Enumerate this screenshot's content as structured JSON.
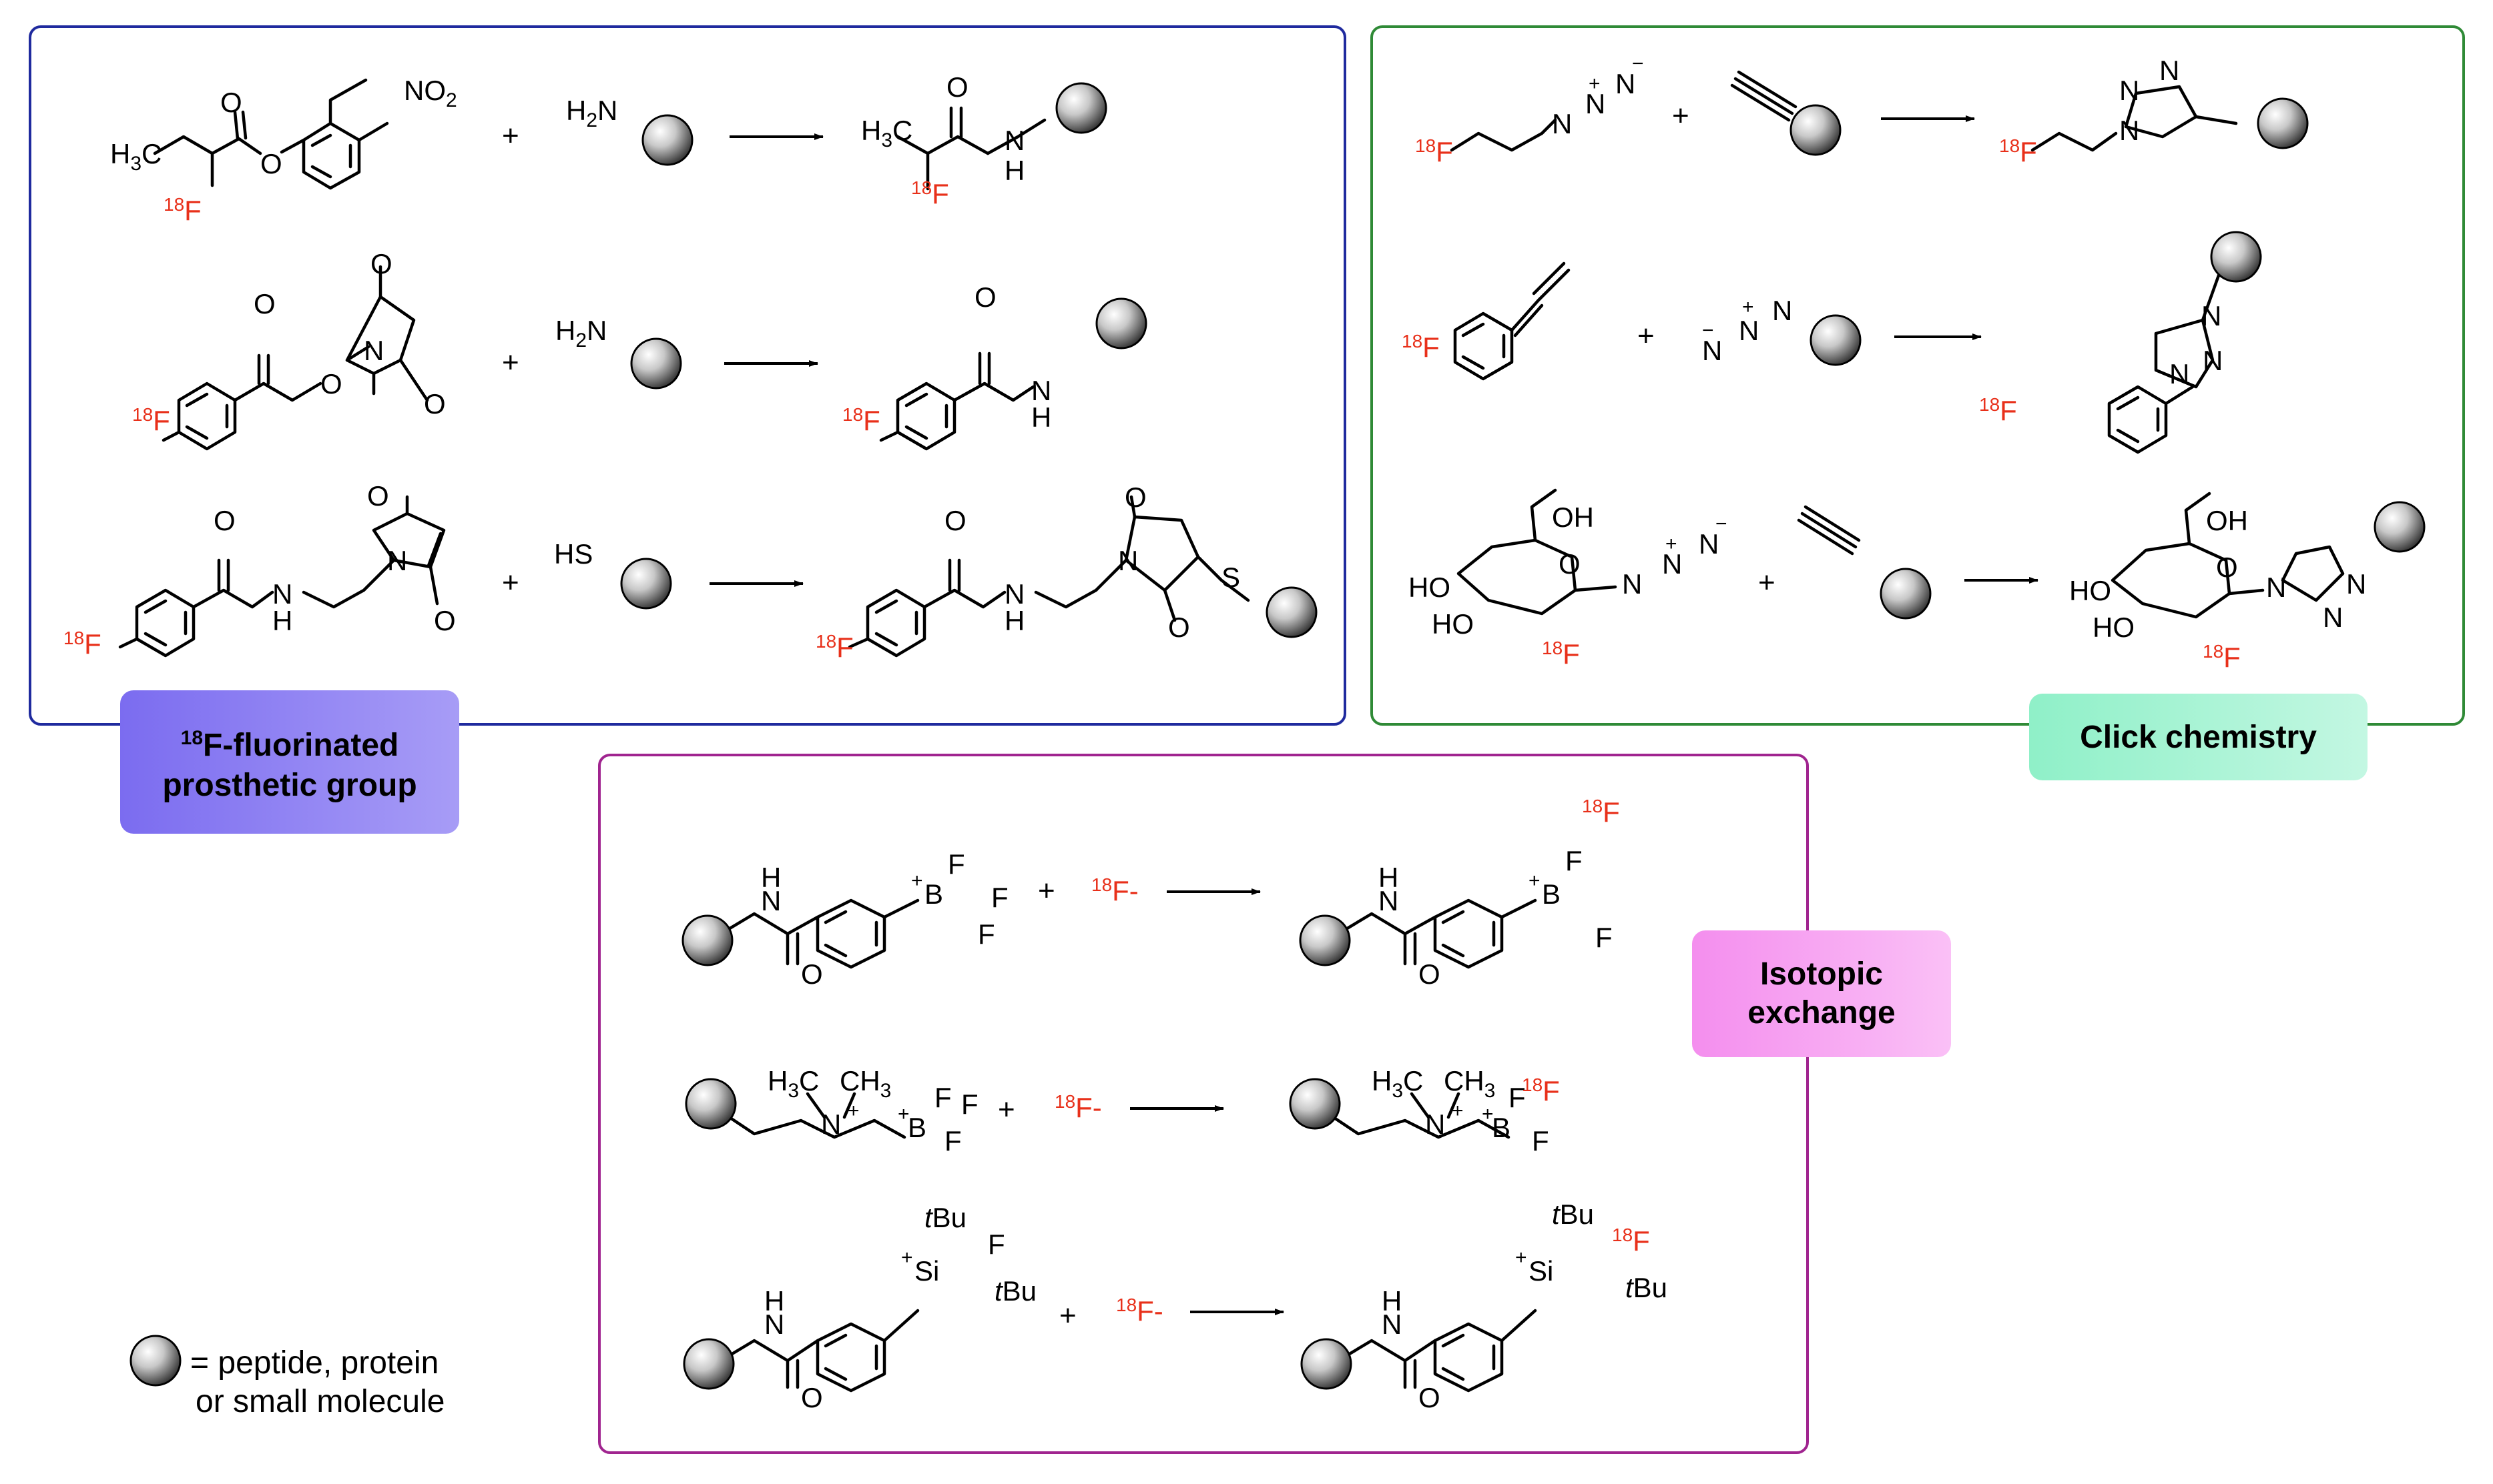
{
  "panels": {
    "prosthetic": {
      "title_sup": "18",
      "title_line1": "F-fluorinated",
      "title_line2": "prosthetic group",
      "border_color": "#1f2a9e",
      "label_color": "#8b7ff0"
    },
    "click": {
      "title": "Click chemistry",
      "border_color": "#2f8a36",
      "label_color": "#7fecc0"
    },
    "isotopic": {
      "title_line1": "Isotopic",
      "title_line2": "exchange",
      "border_color": "#a0248f",
      "label_color": "#f5a0f0"
    }
  },
  "legend": {
    "line1": "= peptide, protein",
    "line2": "or small molecule"
  },
  "symbols": {
    "plus": "+",
    "iso": "18",
    "F": "F",
    "F_minus": "F-",
    "NO2": "NO",
    "sub2": "2",
    "H2N_H": "H",
    "H2N_N": "N",
    "HS": "HS",
    "H3C": "H",
    "C": "C",
    "sub3": "3",
    "O": "O",
    "N": "N",
    "H": "H",
    "S": "S",
    "OH": "OH",
    "HO": "HO",
    "CH3": "CH",
    "B": "B",
    "Si": "Si",
    "tBu_t": "t",
    "tBu_Bu": "Bu",
    "minus": "−",
    "charge_plus": "+"
  },
  "colors": {
    "fluorine18": "#e8301a",
    "ink": "#000000"
  }
}
